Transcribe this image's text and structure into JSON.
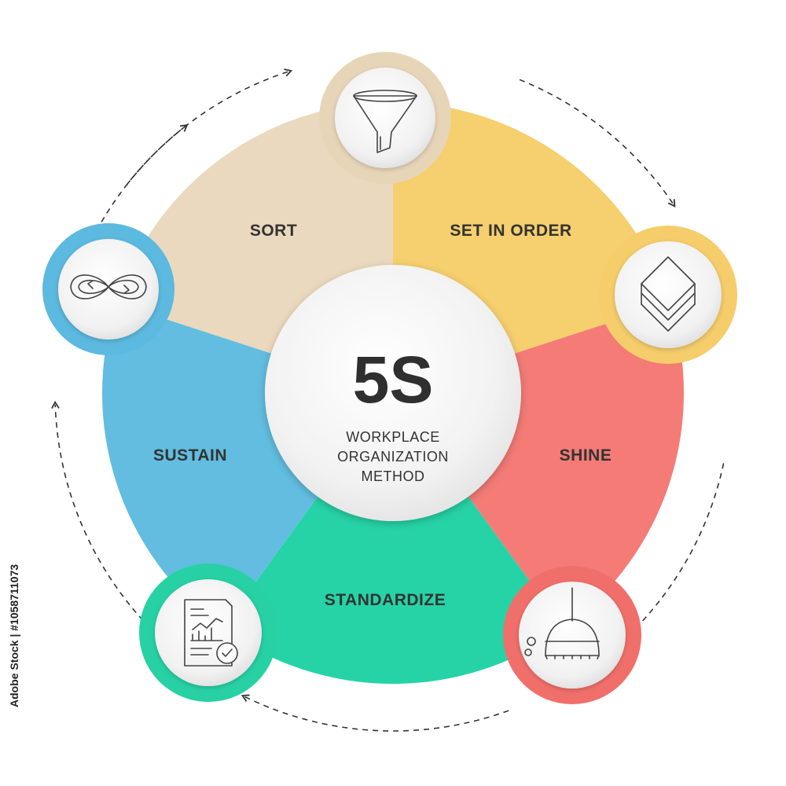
{
  "title": "5S",
  "subtitle": [
    "WORKPLACE",
    "ORGANIZATION",
    "METHOD"
  ],
  "segments": [
    {
      "label": "SORT",
      "color": "#ead9be",
      "ring_color": "#e7d5b8",
      "icon": "funnel-icon"
    },
    {
      "label": "SET IN ORDER",
      "color": "#f6cf6e",
      "ring_color": "#f5cd6a",
      "icon": "layers-icon"
    },
    {
      "label": "SHINE",
      "color": "#f47b76",
      "ring_color": "#f06f6b",
      "icon": "broom-icon"
    },
    {
      "label": "STANDARDIZE",
      "color": "#26d3a6",
      "ring_color": "#27d1a4",
      "icon": "report-check-icon"
    },
    {
      "label": "SUSTAIN",
      "color": "#62bde0",
      "ring_color": "#5cb9df",
      "icon": "infinity-icon"
    }
  ],
  "side_text": "Adobe Stock | #1058711073"
}
